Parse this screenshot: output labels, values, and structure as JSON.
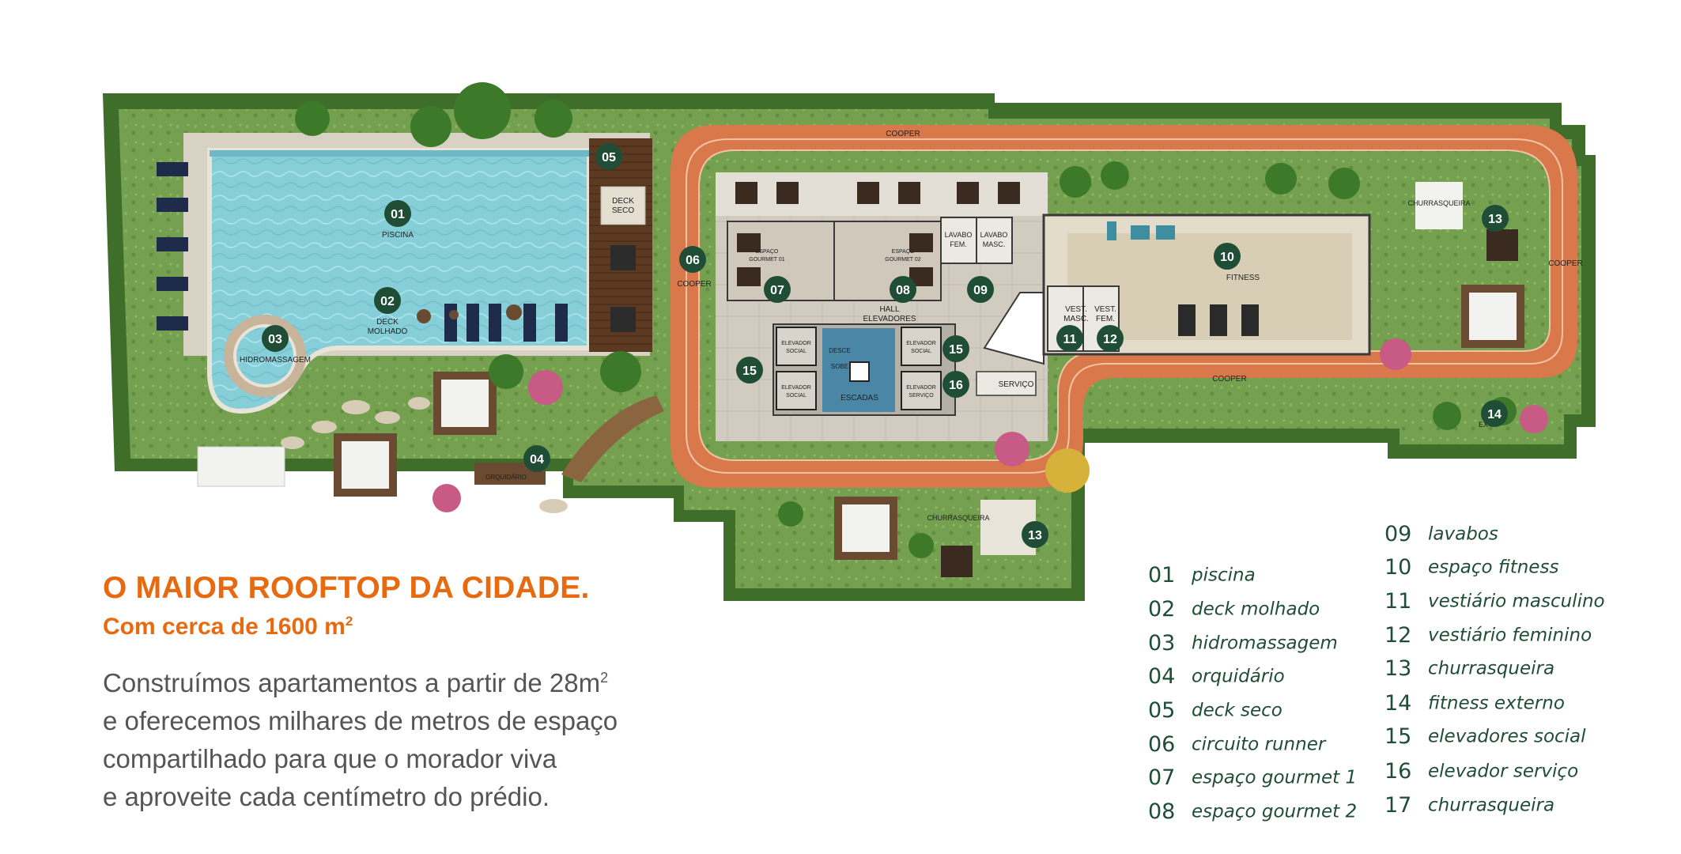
{
  "headline": "O MAIOR ROOFTOP DA CIDADE.",
  "subhead": {
    "text": "Com cerca de 1600 m",
    "sup": "2"
  },
  "body": [
    {
      "text": "Construímos apartamentos a partir de 28m",
      "sup": "2"
    },
    {
      "text": "e oferecemos milhares de metros de espaço",
      "sup": ""
    },
    {
      "text": "compartilhado para que o morador viva",
      "sup": ""
    },
    {
      "text": "e aproveite cada centímetro do prédio.",
      "sup": ""
    }
  ],
  "legend": {
    "left": [
      {
        "num": "01",
        "label": "piscina"
      },
      {
        "num": "02",
        "label": "deck molhado"
      },
      {
        "num": "03",
        "label": "hidromassagem"
      },
      {
        "num": "04",
        "label": "orquidário"
      },
      {
        "num": "05",
        "label": "deck seco"
      },
      {
        "num": "06",
        "label": "circuito runner"
      },
      {
        "num": "07",
        "label": "espaço gourmet 1"
      },
      {
        "num": "08",
        "label": "espaço gourmet 2"
      }
    ],
    "right": [
      {
        "num": "09",
        "label": "lavabos"
      },
      {
        "num": "10",
        "label": "espaço  fitness"
      },
      {
        "num": "11",
        "label": "vestiário masculino"
      },
      {
        "num": "12",
        "label": "vestiário feminino"
      },
      {
        "num": "13",
        "label": "churrasqueira"
      },
      {
        "num": "14",
        "label": "fitness externo"
      },
      {
        "num": "15",
        "label": "elevadores social"
      },
      {
        "num": "16",
        "label": "elevador serviço"
      },
      {
        "num": "17",
        "label": "churrasqueira"
      }
    ]
  },
  "plan": {
    "markers": [
      "01",
      "02",
      "03",
      "04",
      "05",
      "06",
      "07",
      "08",
      "09",
      "10",
      "11",
      "12",
      "13",
      "13",
      "14",
      "15",
      "15",
      "16"
    ],
    "labels": {
      "piscina": "PISCINA",
      "deck_molhado_1": "DECK",
      "deck_molhado_2": "MOLHADO",
      "hidromassagem": "HIDROMASSAGEM",
      "deck_seco_1": "DECK",
      "deck_seco_2": "SECO",
      "orquidario": "ORQUIDÁRIO",
      "cooper_top": "COOPER",
      "cooper_left": "COOPER",
      "cooper_right": "COOPER",
      "cooper_mid": "COOPER",
      "gourmet1_1": "ESPAÇO",
      "gourmet1_2": "GOURMET 01",
      "gourmet2_1": "ESPAÇO",
      "gourmet2_2": "GOURMET 02",
      "lavabo_fem_1": "LAVABO",
      "lavabo_fem_2": "FEM.",
      "lavabo_masc_1": "LAVABO",
      "lavabo_masc_2": "MASC.",
      "hall_1": "HALL",
      "hall_2": "ELEVADORES",
      "elev_social_a_1": "ELEVADOR",
      "elev_social_a_2": "SOCIAL",
      "elev_social_b_1": "ELEVADOR",
      "elev_social_b_2": "SOCIAL",
      "elev_social_c_1": "ELEVADOR",
      "elev_social_c_2": "SOCIAL",
      "elev_servico_1": "ELEVADOR",
      "elev_servico_2": "SERVIÇO",
      "escadas": "ESCADAS",
      "desce": "DESCE",
      "sobe": "SOBE",
      "servico": "SERVIÇO",
      "vest_masc_1": "VEST.",
      "vest_masc_2": "MASC.",
      "vest_fem_1": "VEST.",
      "vest_fem_2": "FEM.",
      "fitness": "FITNESS",
      "churrasqueira_top": "CHURRASQUEIRA",
      "churrasqueira_bottom": "CHURRASQUEIRA",
      "ext": "EX"
    }
  },
  "colors": {
    "accent": "#e86a10",
    "marker": "#1f4d35",
    "grass": "#6f9a4c",
    "pool": "#8dd3dd",
    "track": "#d9784a",
    "floor": "#c9c2b6"
  }
}
